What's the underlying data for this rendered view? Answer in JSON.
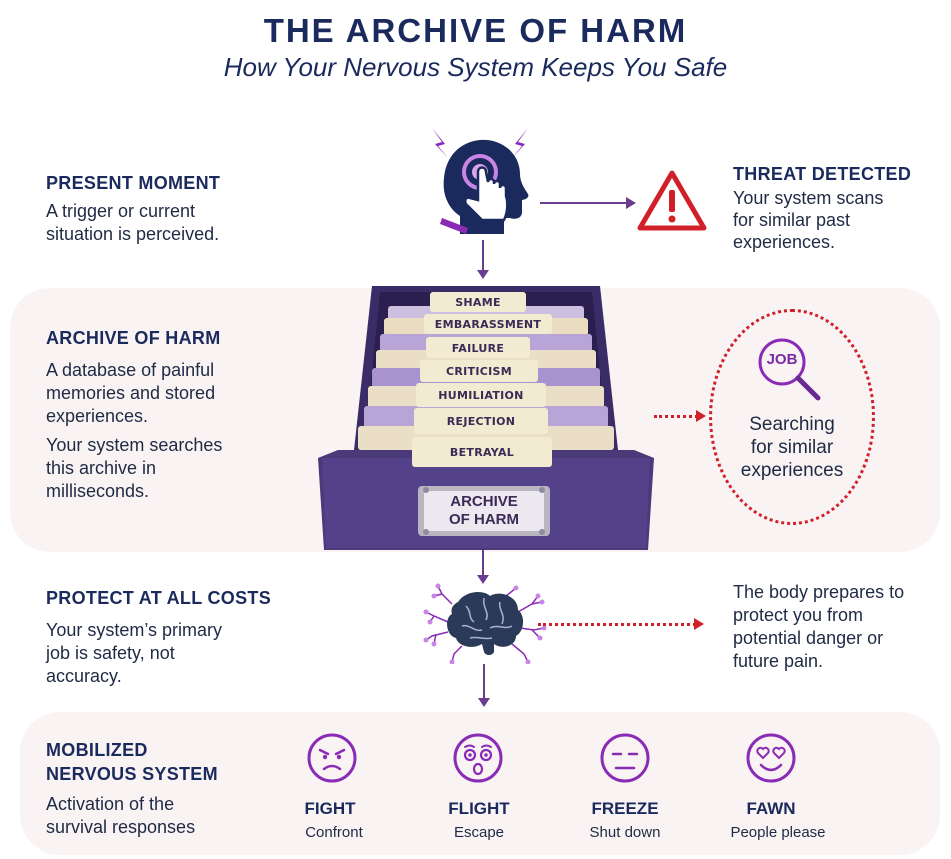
{
  "header": {
    "title": "THE ARCHIVE OF HARM",
    "subtitle": "How Your Nervous System Keeps You Safe"
  },
  "present": {
    "heading": "PRESENT MOMENT",
    "line1": "A trigger or current",
    "line2": "situation is perceived."
  },
  "threat": {
    "heading": "THREAT DETECTED",
    "line1": "Your system scans",
    "line2": "for similar past",
    "line3": "experiences."
  },
  "archive": {
    "heading": "ARCHIVE OF HARM",
    "p1_line1": "A database of painful",
    "p1_line2": "memories and stored",
    "p1_line3": "experiences.",
    "p2_line1": "Your system searches",
    "p2_line2": "this archive in",
    "p2_line3": "milliseconds.",
    "drawer_label_line1": "ARCHIVE",
    "drawer_label_line2": "OF HARM",
    "tabs": [
      "SHAME",
      "EMBARASSMENT",
      "FAILURE",
      "CRITICISM",
      "HUMILIATION",
      "REJECTION",
      "BETRAYAL"
    ]
  },
  "search": {
    "job_text": "JOB",
    "line1": "Searching",
    "line2": "for similar",
    "line3": "experiences"
  },
  "protect": {
    "heading": "PROTECT AT ALL COSTS",
    "line1": "Your system’s primary",
    "line2": "job is safety, not",
    "line3": "accuracy.",
    "right_line1": "The body prepares to",
    "right_line2": "protect you from",
    "right_line3": "potential danger or",
    "right_line4": "future pain."
  },
  "mobilized": {
    "heading_line1": "MOBILIZED",
    "heading_line2": "NERVOUS SYSTEM",
    "line1": "Activation of the",
    "line2": "survival responses",
    "responses": [
      {
        "label": "FIGHT",
        "sub": "Confront"
      },
      {
        "label": "FLIGHT",
        "sub": "Escape"
      },
      {
        "label": "FREEZE",
        "sub": "Shut down"
      },
      {
        "label": "FAWN",
        "sub": "People please"
      }
    ]
  },
  "colors": {
    "navy": "#1b2a5c",
    "purple": "#8a2bb5",
    "red": "#d0202a",
    "band": "#f9f3f3",
    "drawer": "#4a3a7a"
  },
  "icons": [
    "head-touch-icon",
    "lightning-icon",
    "warning-triangle-icon",
    "magnifier-job-icon",
    "brain-icon",
    "angry-face-icon",
    "surprised-face-icon",
    "neutral-face-icon",
    "heart-eyes-face-icon"
  ]
}
